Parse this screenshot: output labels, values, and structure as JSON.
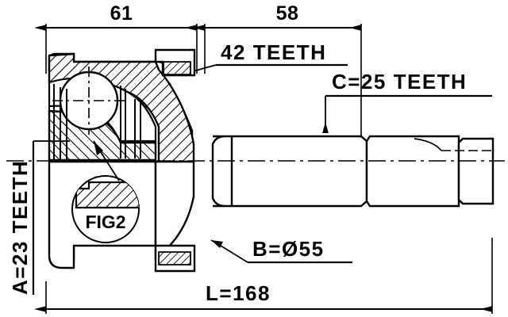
{
  "drawing": {
    "type": "technical-engineering-drawing",
    "subject": "CV joint (constant velocity joint) cross-section",
    "background_color": "#ffffff",
    "line_color": "#000000"
  },
  "dimensions": {
    "top_left": {
      "label": "61",
      "name": "outer-joint-length",
      "unit": "mm"
    },
    "top_right": {
      "label": "58",
      "name": "shaft-section-length",
      "unit": "mm"
    },
    "overall": {
      "label": "L=168",
      "name": "overall-length",
      "unit": "mm"
    }
  },
  "callouts": {
    "outer_teeth": {
      "label": "42 TEETH",
      "name": "outer-race-teeth-count"
    },
    "inner_spline": {
      "label": "C=25 TEETH",
      "name": "shaft-spline-teeth-count"
    },
    "boot_diameter": {
      "label": "B=Ø55",
      "name": "boot-outer-diameter"
    },
    "hub_spline": {
      "label": "A=23 TEETH",
      "name": "hub-spline-teeth-count"
    },
    "detail": {
      "label": "FIG2",
      "name": "detail-view-reference"
    }
  },
  "chart_data": {
    "type": "table",
    "title": "CV Joint Specifications",
    "categories": [
      "61",
      "58",
      "42 TEETH",
      "C=25 TEETH",
      "B=Ø55",
      "A=23 TEETH",
      "L=168"
    ],
    "values": [
      61,
      58,
      42,
      25,
      55,
      23,
      168
    ]
  }
}
